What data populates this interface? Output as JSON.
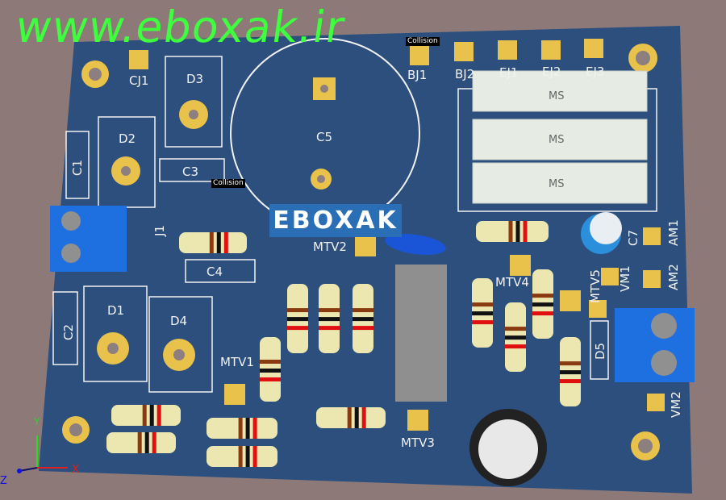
{
  "watermark": "www.eboxak.ir",
  "logo": "EBOXAK",
  "collision_tags": [
    "Collision",
    "Collision"
  ],
  "labels": {
    "cj1": "CJ1",
    "d3": "D3",
    "d2": "D2",
    "c1": "C1",
    "c3": "C3",
    "c5": "C5",
    "bj1": "BJ1",
    "bj2": "BJ2",
    "ej1": "EJ1",
    "ej2": "EJ2",
    "ej3": "EJ3",
    "ms1": "MS",
    "ms2": "MS",
    "ms3": "MS",
    "j1": "J1",
    "c4": "C4",
    "mtv2": "MTV2",
    "mtv4": "MTV4",
    "mtv5": "MTV5",
    "vm1": "VM1",
    "am1": "AM1",
    "am2": "AM2",
    "c7": "C7",
    "d1": "D1",
    "d4": "D4",
    "c2": "C2",
    "mtv1": "MTV1",
    "d5": "D5",
    "vm2": "VM2",
    "mtv3": "MTV3"
  },
  "axes": {
    "x": "X",
    "y": "Y",
    "z": "Z"
  },
  "colors": {
    "board": "#2d4f7d",
    "pad": "#e8c24a",
    "silk": "#f2f2f2",
    "terminal": "#1e6fe0",
    "watermark": "#3dff3d"
  }
}
